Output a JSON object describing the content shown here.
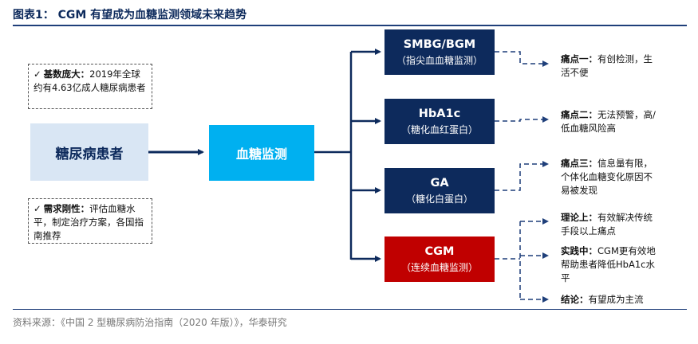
{
  "title": "图表1：  CGM 有望成为血糖监测领域未来趋势",
  "source": "资料来源：《中国 2 型糖尿病防治指南（2020 年版）》，华泰研究",
  "check_mark": "✓",
  "base_note": {
    "label": "基数庞大：",
    "text": "2019年全球约有4.63亿成人糖尿病患者"
  },
  "demand_note": {
    "label": "需求刚性：",
    "text": "评估血糖水平，制定治疗方案，各国指南推荐"
  },
  "patient_box": "糖尿病患者",
  "monitor_box": "血糖监测",
  "methods": [
    {
      "title": "SMBG/BGM",
      "subtitle": "（指尖血血糖监测）"
    },
    {
      "title": "HbA1c",
      "subtitle": "（糖化血红蛋白）"
    },
    {
      "title": "GA",
      "subtitle": "（糖化白蛋白）"
    },
    {
      "title": "CGM",
      "subtitle": "（连续血糖监测）"
    }
  ],
  "pain_points": [
    {
      "label": "痛点一：",
      "text": "有创检测，生活不便"
    },
    {
      "label": "痛点二：",
      "text": "无法预警，高/低血糖风险高"
    },
    {
      "label": "痛点三：",
      "text": "信息量有限，个体化血糖变化原因不易被发现"
    }
  ],
  "cgm_points": [
    {
      "label": "理论上：",
      "text": "有效解决传统手段以上痛点"
    },
    {
      "label": "实践中：",
      "text": "CGM更有效地帮助患者降低HbA1c水平"
    },
    {
      "label": "结论：",
      "text": "有望成为主流"
    }
  ],
  "colors": {
    "navy": "#0d2a5c",
    "cyan": "#00b0f0",
    "red": "#c00000",
    "light_blue": "#d9e6f4"
  }
}
